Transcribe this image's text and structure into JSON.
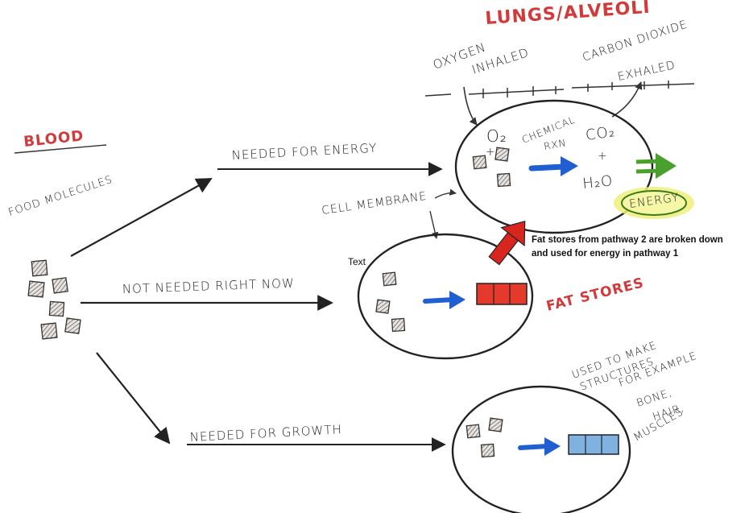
{
  "title": "LUNGS/ALVEOLI",
  "blood_label": "BLOOD",
  "food_label": "FOOD MOLECULES",
  "lung_labels": {
    "oxygen_line1": "OXYGEN",
    "oxygen_line2": "INHALED",
    "co2_line1": "CARBON DIOXIDE",
    "co2_line2": "EXHALED"
  },
  "pathways": {
    "energy": "NEEDED FOR ENERGY",
    "storage": "NOT NEEDED RIGHT NOW",
    "growth": "NEEDED FOR GROWTH"
  },
  "cell_membrane_label": "CELL MEMBRANE",
  "reaction": {
    "o2": "O₂",
    "plus1": "+",
    "chem_line1": "CHEMICAL",
    "chem_line2": "RXN",
    "co2": "CO₂",
    "plus2": "+",
    "h2o": "H₂O",
    "energy": "ENERGY"
  },
  "fat_stores_label": "FAT STORES",
  "text_label": "Text",
  "note": {
    "line1": "Fat stores from pathway 2 are broken down",
    "line2": "and used for energy in pathway 1"
  },
  "structures_label": {
    "line1": "USED TO MAKE",
    "line2": "STRUCTURES",
    "line3": "FOR EXAMPLE",
    "line4": "BONE,",
    "line5": "HAIR,",
    "line6": "MUSCLES"
  },
  "colors": {
    "red_text": "#d23a3a",
    "blue_arrow": "#1f5fd1",
    "green_arrow": "#4aa02c",
    "fat_block": "#e4392b",
    "structure_block": "#7fb2e0",
    "energy_glow": "#eef07a",
    "food_square": "#9c8877"
  }
}
